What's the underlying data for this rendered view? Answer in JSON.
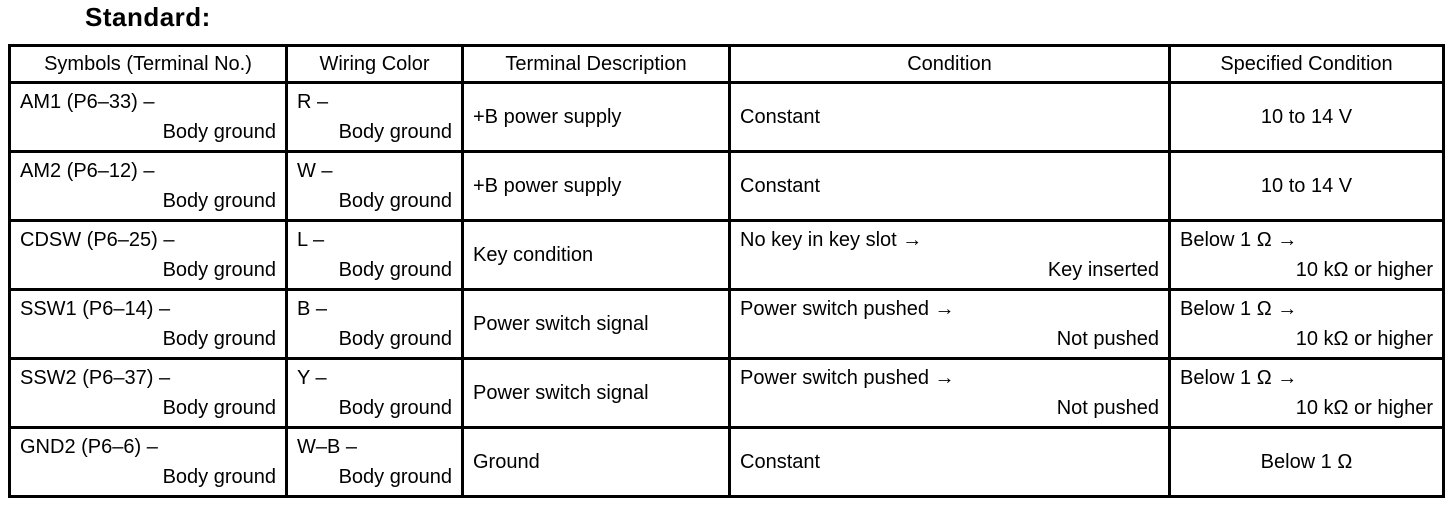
{
  "title": "Standard:",
  "table": {
    "headers": {
      "symbols": "Symbols (Terminal No.)",
      "wiring": "Wiring Color",
      "description": "Terminal Description",
      "condition": "Condition",
      "specified": "Specified Condition"
    },
    "rows": [
      {
        "symbol_line1": "AM1 (P6–33) –",
        "symbol_line2": "Body ground",
        "wiring_line1": "R –",
        "wiring_line2": "Body ground",
        "description": "+B power supply",
        "condition_line1": "Constant",
        "specified_line1": "10 to 14 V"
      },
      {
        "symbol_line1": "AM2 (P6–12) –",
        "symbol_line2": "Body ground",
        "wiring_line1": "W –",
        "wiring_line2": "Body ground",
        "description": "+B power supply",
        "condition_line1": "Constant",
        "specified_line1": "10 to 14 V"
      },
      {
        "symbol_line1": "CDSW (P6–25) –",
        "symbol_line2": "Body ground",
        "wiring_line1": "L –",
        "wiring_line2": "Body ground",
        "description": "Key condition",
        "condition_line1": "No key in key slot →",
        "condition_line2": "Key inserted",
        "specified_line1": "Below 1 Ω →",
        "specified_line2": "10 kΩ or higher"
      },
      {
        "symbol_line1": "SSW1 (P6–14) –",
        "symbol_line2": "Body ground",
        "wiring_line1": "B –",
        "wiring_line2": "Body ground",
        "description": "Power switch signal",
        "condition_line1": "Power switch pushed →",
        "condition_line2": "Not pushed",
        "specified_line1": "Below 1 Ω →",
        "specified_line2": "10 kΩ or higher"
      },
      {
        "symbol_line1": "SSW2 (P6–37) –",
        "symbol_line2": "Body ground",
        "wiring_line1": "Y –",
        "wiring_line2": "Body ground",
        "description": "Power switch signal",
        "condition_line1": "Power switch pushed →",
        "condition_line2": "Not pushed",
        "specified_line1": "Below 1 Ω →",
        "specified_line2": "10 kΩ or higher"
      },
      {
        "symbol_line1": "GND2 (P6–6) –",
        "symbol_line2": "Body ground",
        "wiring_line1": "W–B –",
        "wiring_line2": "Body ground",
        "description": "Ground",
        "condition_line1": "Constant",
        "specified_line1": "Below 1 Ω"
      }
    ]
  }
}
